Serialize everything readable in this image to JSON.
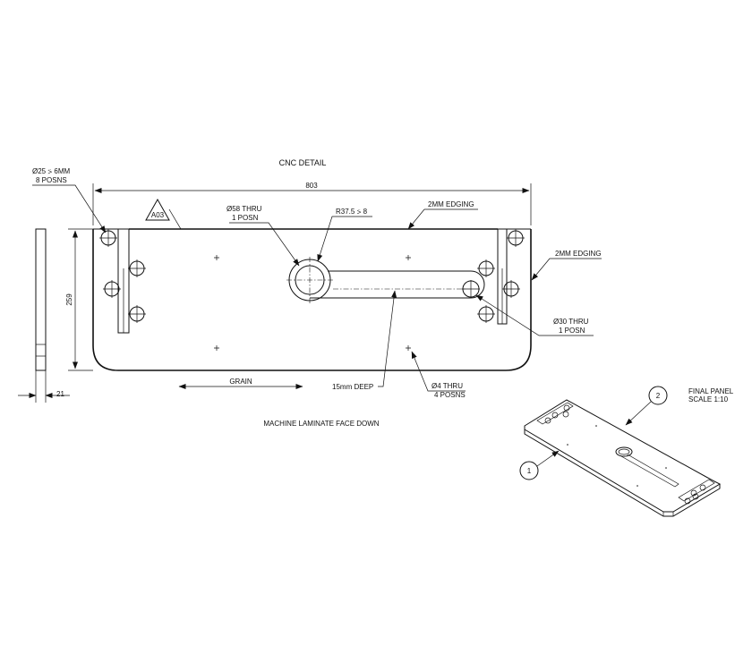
{
  "title": "CNC DETAIL",
  "dimensions": {
    "overall_length": "803",
    "height": "259",
    "thickness": "21"
  },
  "callouts": {
    "counterbore": [
      "Ø25 ⍩ 6MM",
      "8 POSNS"
    ],
    "revision": "A03",
    "hole_58": [
      "Ø58 THRU",
      "1 POSN"
    ],
    "slot_radius": "R37.5 ⍩ 8",
    "edging_top": "2MM EDGING",
    "edging_right": "2MM EDGING",
    "hole_30": [
      "Ø30 THRU",
      "1 POSN"
    ],
    "depth": "15mm DEEP",
    "hole_4": [
      "Ø4 THRU",
      "4 POSNS"
    ],
    "grain": "GRAIN",
    "machine_note": "MACHINE LAMINATE FACE DOWN"
  },
  "final_panel": {
    "title": "FINAL PANEL",
    "scale": "SCALE 1:10",
    "balloons": [
      "1",
      "2"
    ]
  },
  "colors": {
    "line": "#111111",
    "background": "#ffffff"
  }
}
